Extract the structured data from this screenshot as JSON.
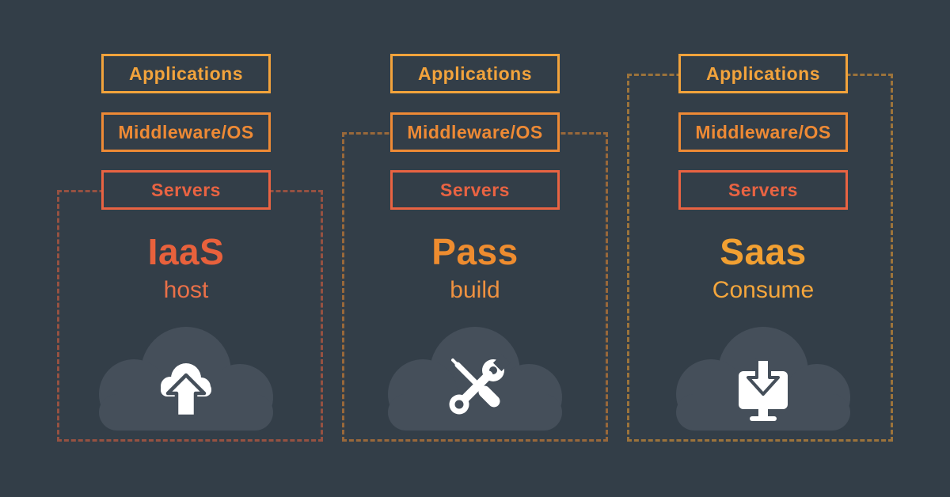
{
  "colors": {
    "background": "#333E48",
    "cloud": "#454F5A",
    "icon_glyph": "#FFFFFF",
    "layer_applications": "#F2A33C",
    "layer_middleware": "#EE8A35",
    "layer_servers": "#E96342"
  },
  "columns": [
    {
      "title": "IaaS",
      "subtitle": "host",
      "accent": "#E8613C",
      "subtitle_color": "#EA7048",
      "icon": "cloud-upload-icon",
      "layers": [
        {
          "label": "Applications",
          "color": "#F2A33C"
        },
        {
          "label": "Middleware/OS",
          "color": "#EE8A35"
        },
        {
          "label": "Servers",
          "color": "#E96342"
        }
      ],
      "boundary_starts_at": "Servers"
    },
    {
      "title": "Pass",
      "subtitle": "build",
      "accent": "#EE8C2F",
      "subtitle_color": "#EE9140",
      "icon": "tools-icon",
      "layers": [
        {
          "label": "Applications",
          "color": "#F2A33C"
        },
        {
          "label": "Middleware/OS",
          "color": "#EE8A35"
        },
        {
          "label": "Servers",
          "color": "#E96342"
        }
      ],
      "boundary_starts_at": "Middleware/OS"
    },
    {
      "title": "Saas",
      "subtitle": "Consume",
      "accent": "#F2A032",
      "subtitle_color": "#F5A63C",
      "icon": "monitor-download-icon",
      "layers": [
        {
          "label": "Applications",
          "color": "#F2A33C"
        },
        {
          "label": "Middleware/OS",
          "color": "#EE8A35"
        },
        {
          "label": "Servers",
          "color": "#E96342"
        }
      ],
      "boundary_starts_at": "Applications"
    }
  ]
}
